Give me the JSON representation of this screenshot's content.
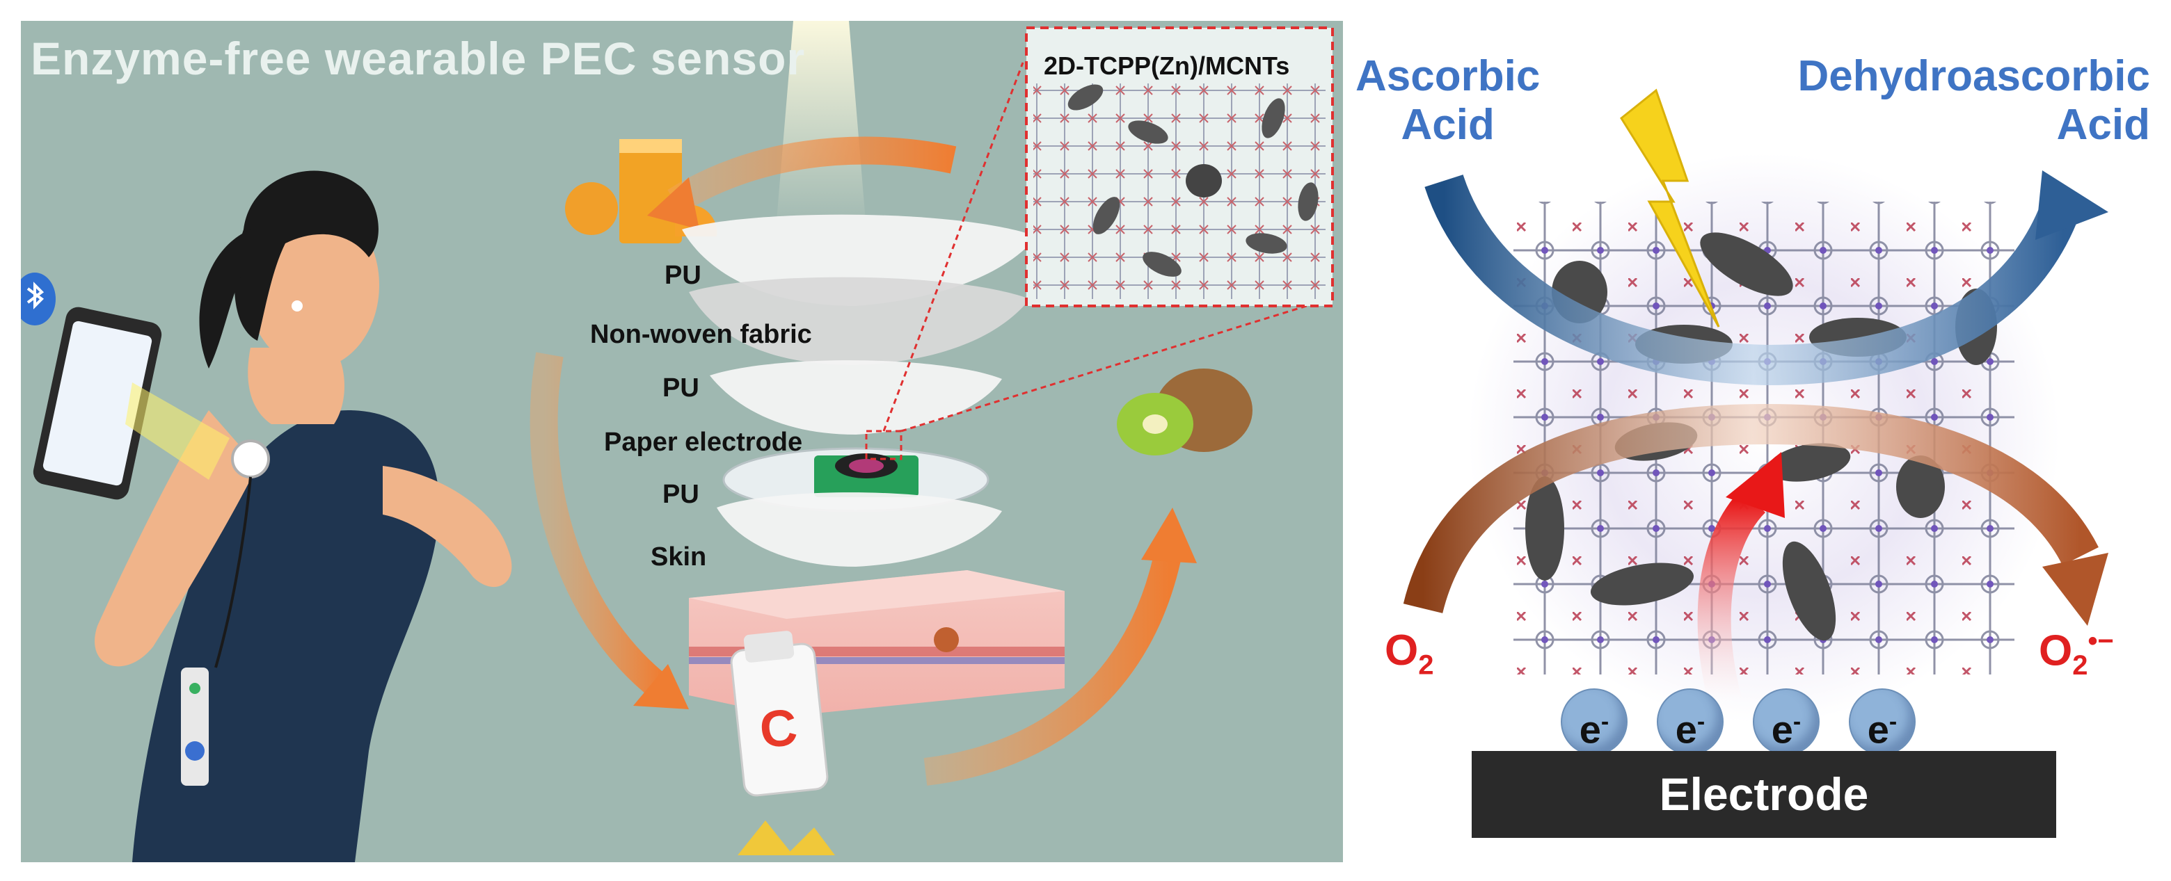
{
  "left_panel": {
    "title": "Enzyme-free wearable PEC sensor",
    "inset_label": "2D-TCPP(Zn)/MCNTs",
    "layers": {
      "pu_top": "PU",
      "non_woven": "Non-woven fabric",
      "pu_middle": "PU",
      "paper_electrode": "Paper electrode",
      "pu_bottom": "PU",
      "skin": "Skin"
    },
    "vitamin_letter": "C",
    "colors": {
      "background": "#9fb8b1",
      "arrow": "#ef8a3c",
      "inset_border": "#e03030"
    }
  },
  "right_panel": {
    "reactant": "Ascorbic\nAcid",
    "product": "Dehydroascorbic\nAcid",
    "oxygen": "O",
    "oxygen_sub": "2",
    "superoxide": "O",
    "superoxide_sub": "2",
    "superoxide_sup": "•−",
    "electron": "e",
    "electron_sup": "-",
    "electrode": "Electrode",
    "colors": {
      "label_blue": "#3f74c4",
      "label_red": "#e02020",
      "arrow_blue": "#2e5f96",
      "arrow_brown": "#b0562a"
    }
  }
}
